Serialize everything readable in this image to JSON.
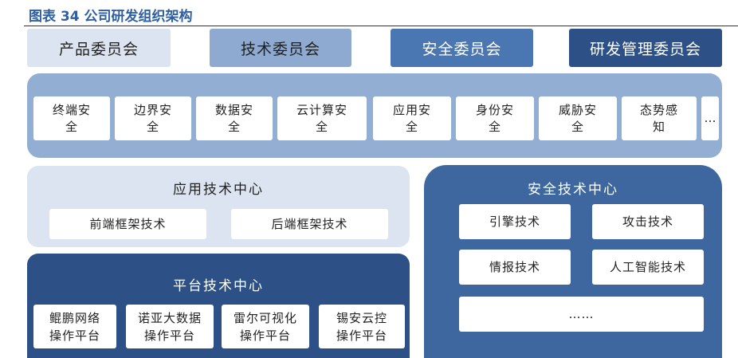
{
  "caption": "图表 34 公司研发组织架构",
  "committees": [
    "产品委员会",
    "技术委员会",
    "安全委员会",
    "研发管理委员会"
  ],
  "security_domains": [
    {
      "line1": "终端安",
      "line2": "全"
    },
    {
      "line1": "边界安",
      "line2": "全"
    },
    {
      "line1": "数据安",
      "line2": "全"
    },
    {
      "line1": "云计算安",
      "line2": "全"
    },
    {
      "line1": "应用安",
      "line2": "全"
    },
    {
      "line1": "身份安",
      "line2": "全"
    },
    {
      "line1": "威胁安",
      "line2": "全"
    },
    {
      "line1": "态势感",
      "line2": "知"
    }
  ],
  "more_ellipsis": "…",
  "app_center": {
    "title": "应用技术中心",
    "items": [
      "前端框架技术",
      "后端框架技术"
    ]
  },
  "platform_center": {
    "title": "平台技术中心",
    "items": [
      {
        "line1": "鲲鹏网络",
        "line2": "操作平台"
      },
      {
        "line1": "诺亚大数据",
        "line2": "操作平台"
      },
      {
        "line1": "雷尔可视化",
        "line2": "操作平台"
      },
      {
        "line1": "锡安云控",
        "line2": "操作平台"
      }
    ]
  },
  "security_center": {
    "title": "安全技术中心",
    "items": [
      "引擎技术",
      "攻击技术",
      "情报技术",
      "人工智能技术"
    ],
    "more": "……"
  }
}
